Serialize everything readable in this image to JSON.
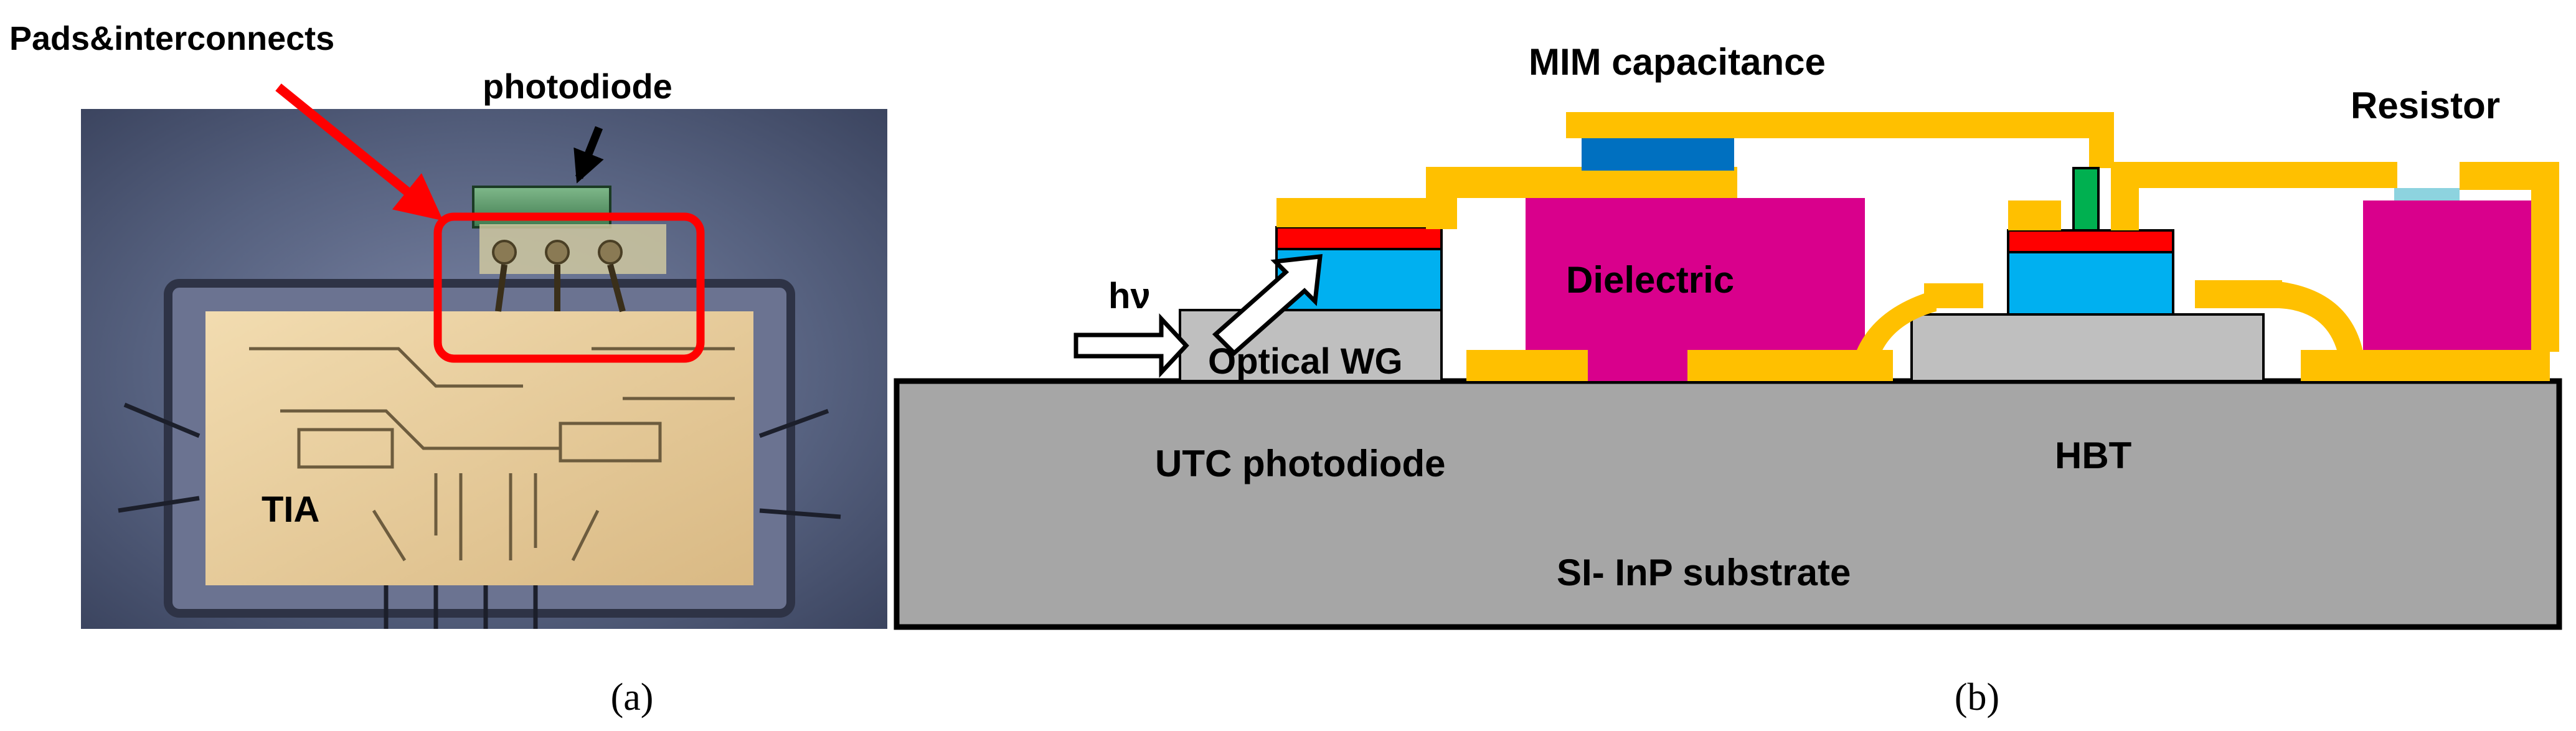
{
  "panel_a": {
    "label_pads": "Pads&interconnects",
    "label_photodiode": "photodiode",
    "label_tia": "TIA",
    "caption": "(a)"
  },
  "panel_b": {
    "label_mim": "MIM capacitance",
    "label_resistor": "Resistor",
    "label_dielectric": "Dielectric",
    "label_hv": "hν",
    "label_optical_wg": "Optical WG",
    "label_utc": "UTC photodiode",
    "label_hbt": "HBT",
    "label_substrate": "SI- InP substrate",
    "caption": "(b)"
  },
  "colors": {
    "metal": "#FFC000",
    "dielectric": "#D9008C",
    "semiconductor": "#00B0F0",
    "contact": "#FF0000",
    "substrate": "#A6A6A6",
    "waveguide": "#BFBFBF",
    "mim_plate": "#0070C0",
    "via": "#00B050",
    "resistor_film": "#8DD3DF",
    "highlight": "#FF0000"
  }
}
